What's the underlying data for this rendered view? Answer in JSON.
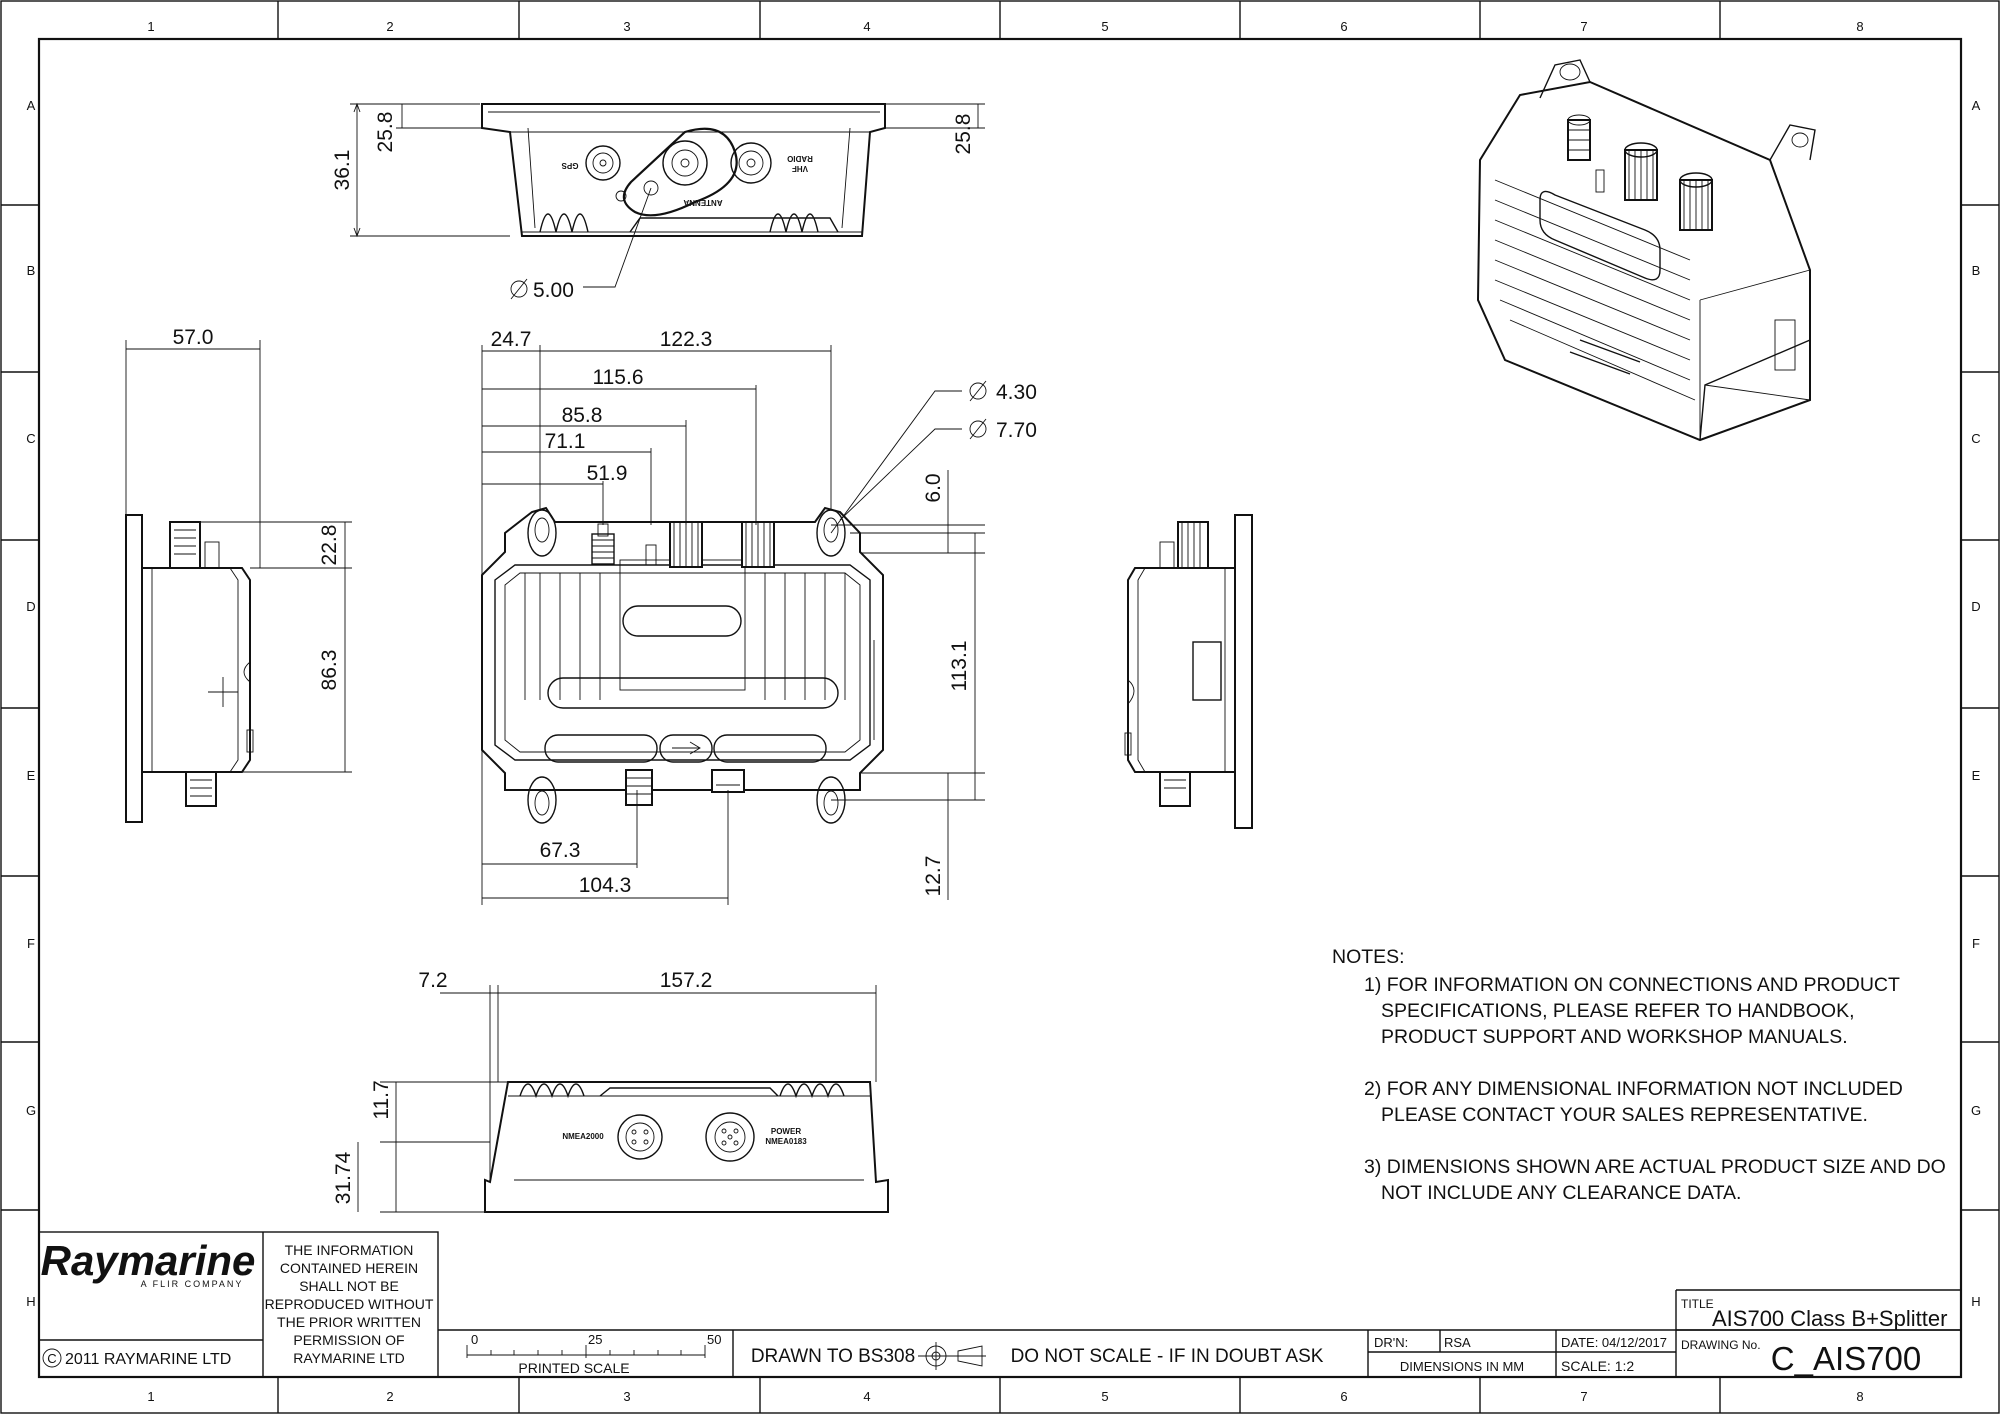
{
  "zones": {
    "columns": [
      "1",
      "2",
      "3",
      "4",
      "5",
      "6",
      "7",
      "8"
    ],
    "rows": [
      "A",
      "B",
      "C",
      "D",
      "E",
      "F",
      "G",
      "H"
    ]
  },
  "dimensions": {
    "front_height_overall": "36.1",
    "front_height_connector": "25.8",
    "front_height_right": "25.8",
    "hole_dia": "5.00",
    "top_width_left": "24.7",
    "top_width_main": "122.3",
    "top_115": "115.6",
    "top_85": "85.8",
    "top_71": "71.1",
    "top_51": "51.9",
    "mount_hole_dia_a": "4.30",
    "mount_hole_dia_b": "7.70",
    "top_6": "6.0",
    "top_113": "113.1",
    "top_12": "12.7",
    "top_67": "67.3",
    "top_104": "104.3",
    "side_57": "57.0",
    "side_22": "22.8",
    "side_86": "86.3",
    "bottom_7": "7.2",
    "bottom_157": "157.2",
    "bottom_11": "11.7",
    "bottom_31": "31.74"
  },
  "connector_labels": {
    "gps": "GPS",
    "antenna": "ANTENNA",
    "vhf": "VHF",
    "radio": "RADIO",
    "nmea2000": "NMEA2000",
    "power": "POWER",
    "nmea0183": "NMEA0183"
  },
  "notes": {
    "heading": "NOTES:",
    "items": [
      "1) FOR INFORMATION ON CONNECTIONS AND PRODUCT SPECIFICATIONS, PLEASE REFER TO HANDBOOK, PRODUCT SUPPORT AND WORKSHOP MANUALS.",
      "2) FOR ANY DIMENSIONAL INFORMATION NOT INCLUDED PLEASE CONTACT YOUR SALES REPRESENTATIVE.",
      "3) DIMENSIONS SHOWN ARE ACTUAL PRODUCT SIZE AND DO NOT INCLUDE ANY CLEARANCE DATA."
    ]
  },
  "title_block": {
    "logo": "Raymarine",
    "logo_sub": "A FLIR COMPANY",
    "copyright_symbol": "C",
    "copyright": "2011 RAYMARINE LTD",
    "info_lines": [
      "THE INFORMATION",
      "CONTAINED HEREIN",
      "SHALL NOT BE",
      "REPRODUCED WITHOUT",
      "THE PRIOR WRITTEN",
      "PERMISSION OF",
      "RAYMARINE LTD"
    ],
    "scale_ticks": [
      "0",
      "25",
      "50"
    ],
    "printed_scale": "PRINTED SCALE",
    "drawn_to": "DRAWN TO BS308",
    "do_not_scale": "DO NOT SCALE - IF IN DOUBT ASK",
    "drn_label": "DR'N:",
    "drn_value": "RSA",
    "dimensions_in": "DIMENSIONS IN MM",
    "date": "DATE: 04/12/2017",
    "scale": "SCALE:  1:2",
    "title_label": "TITLE",
    "title": "AIS700 Class B+Splitter",
    "drawing_no_label": "DRAWING No.",
    "drawing_no": "C_AIS700"
  }
}
